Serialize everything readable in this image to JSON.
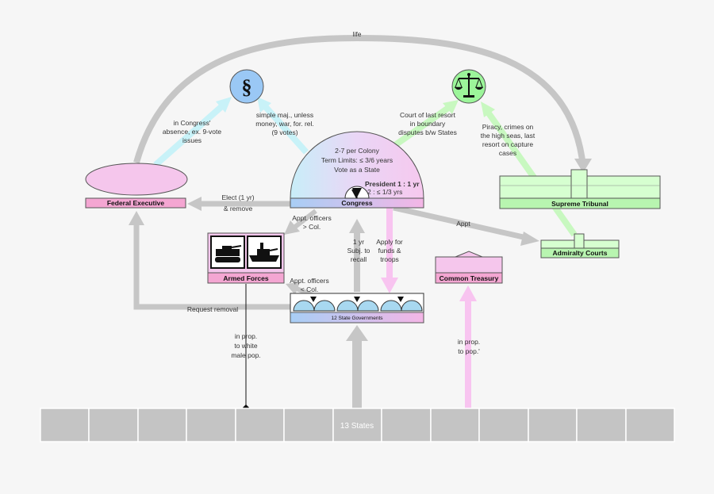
{
  "labels": {
    "life": "life",
    "exec_note": [
      "in Congress'",
      "absence, ex. 9-vote",
      "issues"
    ],
    "simple_maj": [
      "simple maj., unless",
      "money, war, for. rel.",
      "(9 votes)"
    ],
    "court_last": [
      "Court of last resort",
      "in boundary",
      "disputes b/w States"
    ],
    "piracy": [
      "Piracy, crimes on",
      "the high seas, last",
      "resort on capture",
      "cases"
    ],
    "congress_info": [
      "2-7 per Colony",
      "Term Limits: ≤ 3/6 years",
      "Vote as a State"
    ],
    "president_line": "President 1 : 1 yr",
    "pres2_line": "2 : ≤ 1/3 yrs",
    "elect": [
      "Elect (1 yr)",
      "& remove"
    ],
    "appt_officers_gt": [
      "Appt. officers",
      "> Col."
    ],
    "appt": "Appt",
    "one_yr": [
      "1 yr",
      "Subj. to",
      "recall"
    ],
    "apply_for": [
      "Apply for",
      "funds &",
      "troops"
    ],
    "appt_officers_lt": [
      "Appt. officers",
      "< Col."
    ],
    "request_removal": "Request removal",
    "in_prop_white": [
      "in prop.",
      "to white",
      "male pop."
    ],
    "in_prop_pop": [
      "in prop.",
      "to pop.'"
    ]
  },
  "nodes": {
    "federal_executive": "Federal Executive",
    "congress": "Congress",
    "supreme_tribunal": "Supreme Tribunal",
    "admiralty_courts": "Admiralty Courts",
    "armed_forces": "Armed Forces",
    "common_treasury": "Common Treasury",
    "state_governments": "12 State Governments",
    "states": "13 States"
  },
  "icons": {
    "section": "§",
    "scales": "scales-icon"
  },
  "colors": {
    "pink_box": "#f4a6d2",
    "pink_light": "#f5c6ec",
    "green_box": "#b8f5b0",
    "green_light": "#d6ffd0",
    "blue_box": "#a8d0f5",
    "grey_arrow": "#c4c4c4",
    "cyan_arrow": "#c8f2f8",
    "pink_arrow": "#f8c4f0",
    "green_arrow": "#c8f8c0"
  }
}
